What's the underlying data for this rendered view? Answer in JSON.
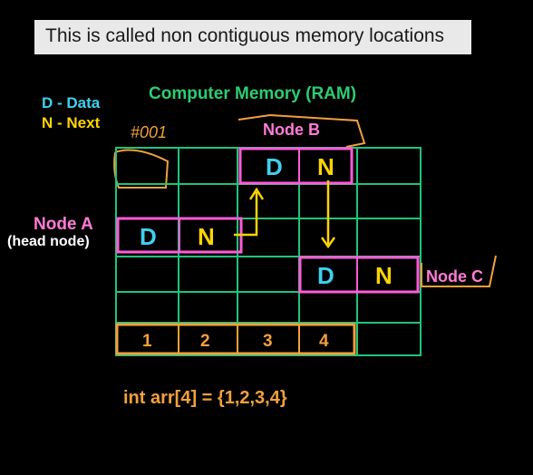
{
  "caption": "This is called non contiguous memory locations",
  "legend": {
    "data": "D - Data",
    "next": "N - Next"
  },
  "title": "Computer Memory (RAM)",
  "address_note": "#001",
  "nodes": {
    "a": {
      "label": "Node A",
      "sublabel": "(head node)",
      "data": "D",
      "next": "N"
    },
    "b": {
      "label": "Node B",
      "data": "D",
      "next": "N"
    },
    "c": {
      "label": "Node C",
      "data": "D",
      "next": "N"
    }
  },
  "array": {
    "cells": [
      "1",
      "2",
      "3",
      "4"
    ],
    "declaration": "int arr[4] = {1,2,3,4}"
  },
  "colors": {
    "background": "#000000",
    "grid": "#1fc47a",
    "node_outline": "#ff5bd8",
    "node_label": "#ff7bd6",
    "data_text": "#3fd0f0",
    "next_text": "#ffd400",
    "array": "#f2a03d"
  }
}
